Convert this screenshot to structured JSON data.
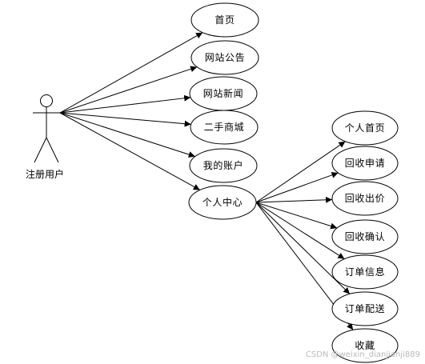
{
  "actor": {
    "label": "注册用户"
  },
  "use_cases": [
    {
      "id": "home",
      "label": "首页",
      "parent": "actor"
    },
    {
      "id": "announcement",
      "label": "网站公告",
      "parent": "actor"
    },
    {
      "id": "news",
      "label": "网站新闻",
      "parent": "actor"
    },
    {
      "id": "second-hand-mall",
      "label": "二手商城",
      "parent": "actor"
    },
    {
      "id": "my-account",
      "label": "我的账户",
      "parent": "actor"
    },
    {
      "id": "personal-center",
      "label": "个人中心",
      "parent": "actor"
    },
    {
      "id": "personal-home",
      "label": "个人首页",
      "parent": "personal-center"
    },
    {
      "id": "recycle-application",
      "label": "回收申请",
      "parent": "personal-center"
    },
    {
      "id": "recycle-bid",
      "label": "回收出价",
      "parent": "personal-center"
    },
    {
      "id": "recycle-confirm",
      "label": "回收确认",
      "parent": "personal-center"
    },
    {
      "id": "order-info",
      "label": "订单信息",
      "parent": "personal-center"
    },
    {
      "id": "order-delivery",
      "label": "订单配送",
      "parent": "personal-center"
    },
    {
      "id": "favorites",
      "label": "收藏",
      "parent": "personal-center"
    }
  ],
  "watermark": "CSDN @weixin_dianjianji889",
  "colors": {
    "stroke": "#000000",
    "background": "#ffffff",
    "watermark": "#b9b9b9"
  }
}
